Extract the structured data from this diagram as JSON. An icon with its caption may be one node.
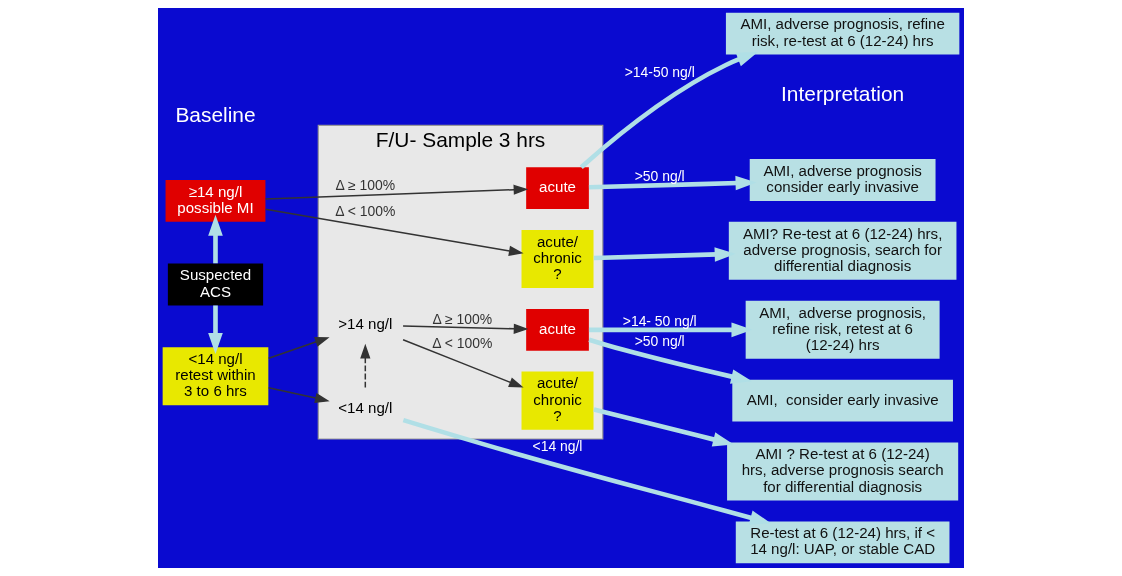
{
  "diagram": {
    "nodes": [
      {
        "text": [
          "≥14 ng/l possible MI"
        ]
      },
      {
        "text": [
          "Suspected ACS"
        ]
      },
      {
        "text": [
          "<14 ng/l retest within 3 to 6 hrs"
        ]
      },
      {
        "text": [
          "F/U- Sample 3 hrs"
        ]
      },
      {
        "text": [
          "acute"
        ],
        "in": 3
      },
      {
        "text": [
          "acute/ chronic?"
        ],
        "in": 3
      },
      {
        "text": [
          ">14 ng/l"
        ],
        "in": 3
      },
      {
        "text": [
          "<14 ng/l"
        ],
        "in": 3
      },
      {
        "text": [
          "acute"
        ],
        "in": 3
      },
      {
        "text": [
          "acute/ chronic?"
        ],
        "in": 3
      },
      {
        "text": [
          "AMI, adverse prognosis consider early invasive"
        ]
      },
      {
        "text": [
          "AMI, adverse prognosis, refine risk, re-test at 6 (12-24) hrs"
        ]
      },
      {
        "text": [
          "AMI? Re-test at 6 (12-24) hrs, adverse prognosis, search for differential diagnosis"
        ]
      },
      {
        "text": [
          "AMI,  consider early invasive"
        ]
      },
      {
        "text": [
          "AMI,  adverse prognosis, refine risk, retest at 6 (12-24) hrs"
        ]
      },
      {
        "text": [
          "AMI ? Re-test at 6 (12-24) hrs, adverse prognosis search for differential diagnosis"
        ]
      },
      {
        "text": [
          "Re-test at 6 (12-24) hrs, if < 14 ng/l: UAP, or stable CAD"
        ]
      }
    ],
    "edges": [
      {
        "from": 1,
        "to": 0,
        "arrow": "to"
      },
      {
        "from": 1,
        "to": 2,
        "arrow": "to"
      },
      {
        "from": 0,
        "to": 4,
        "arrow": "to",
        "label": "Δ ≥ 100%",
        "color": "#333333"
      },
      {
        "from": 0,
        "to": 5,
        "arrow": "to",
        "label": "Δ < 100%",
        "color": "#333333"
      },
      {
        "from": 2,
        "to": 6,
        "arrow": "to",
        "color": "#333333"
      },
      {
        "from": 2,
        "to": 7,
        "arrow": "to",
        "color": "#333333"
      },
      {
        "from": 6,
        "to": 8,
        "arrow": "to",
        "label": "Δ ≥ 100%",
        "color": "#333333"
      },
      {
        "from": 6,
        "to": 9,
        "arrow": "to",
        "label": "Δ < 100%",
        "color": "#333333"
      },
      {
        "from": 7,
        "to": 6,
        "arrow": "to",
        "style": "dashed",
        "color": "#333333"
      },
      {
        "from": 4,
        "to": 10,
        "arrow": "to",
        "label": ">50 ng/l"
      },
      {
        "from": 4,
        "to": 11,
        "arrow": "to",
        "label": ">14-50 ng/l"
      },
      {
        "from": 5,
        "to": 12,
        "arrow": "to"
      },
      {
        "from": 8,
        "to": 13,
        "arrow": "to",
        "label": ">50 ng/l"
      },
      {
        "from": 8,
        "to": 14,
        "arrow": "to",
        "label": ">14- 50 ng/l"
      },
      {
        "from": 9,
        "to": 15,
        "arrow": "to"
      },
      {
        "from": 7,
        "to": 16,
        "arrow": "to",
        "label": "<14 ng/l"
      }
    ],
    "labels": [
      "Baseline",
      "Interpretation"
    ]
  }
}
